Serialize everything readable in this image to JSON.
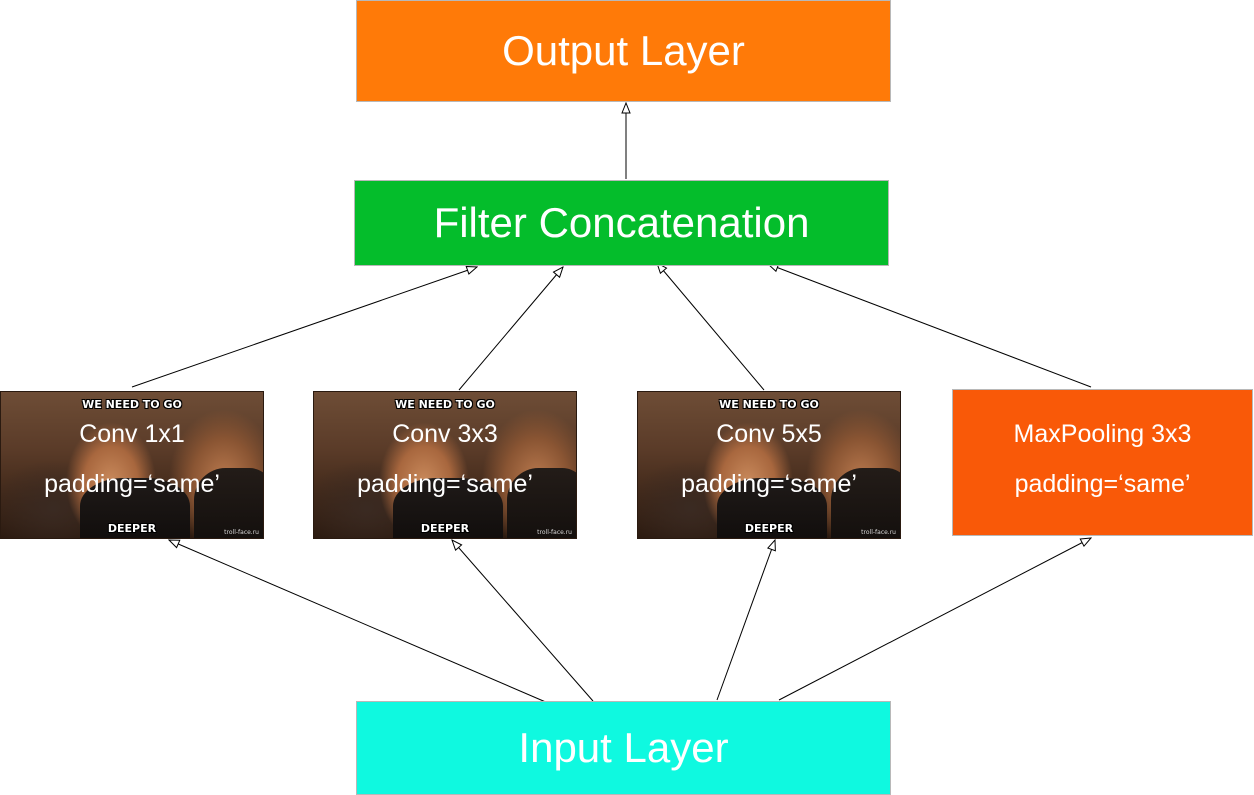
{
  "colors": {
    "output": "#ff7a08",
    "filter": "#04bd2b",
    "input": "#0ff9e0",
    "maxpool": "#f95908"
  },
  "nodes": {
    "output": {
      "label": "Output Layer"
    },
    "filter": {
      "label": "Filter Concatenation"
    },
    "input": {
      "label": "Input Layer"
    },
    "conv1": {
      "line1": "Conv 1x1",
      "line2": "padding=‘same’"
    },
    "conv3": {
      "line1": "Conv 3x3",
      "line2": "padding=‘same’"
    },
    "conv5": {
      "line1": "Conv 5x5",
      "line2": "padding=‘same’"
    },
    "maxpool": {
      "line1": "MaxPooling 3x3",
      "line2": "padding=‘same’"
    }
  },
  "meme": {
    "top_caption": "WE NEED TO GO",
    "bottom_caption": "DEEPER",
    "watermark": "troll-face.ru"
  },
  "edges": [
    {
      "from": "filter",
      "to": "output"
    },
    {
      "from": "conv1",
      "to": "filter"
    },
    {
      "from": "conv3",
      "to": "filter"
    },
    {
      "from": "conv5",
      "to": "filter"
    },
    {
      "from": "maxpool",
      "to": "filter"
    },
    {
      "from": "input",
      "to": "conv1"
    },
    {
      "from": "input",
      "to": "conv3"
    },
    {
      "from": "input",
      "to": "conv5"
    },
    {
      "from": "input",
      "to": "maxpool"
    }
  ]
}
